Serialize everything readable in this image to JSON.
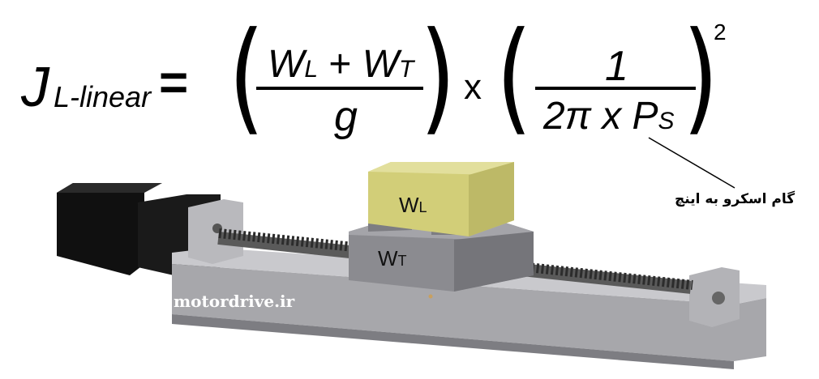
{
  "formula": {
    "j_symbol": "J",
    "j_subscript": "L-linear",
    "equals": "=",
    "left_numerator": {
      "w1": "W",
      "w1_sub": "L",
      "plus": " + ",
      "w2": "W",
      "w2_sub": "T"
    },
    "left_denominator": "g",
    "times": "x",
    "right_numerator": "1",
    "right_denominator": {
      "pre": "2π x ",
      "p": "P",
      "p_sub": "S"
    },
    "exponent": "2",
    "open_paren": "(",
    "close_paren": ")"
  },
  "annotation": {
    "label": "گام اسکرو به اینچ"
  },
  "labels": {
    "load_main": "W",
    "load_sub": "L",
    "table_main": "W",
    "table_sub": "T"
  },
  "watermark": "motordrive.ir",
  "colors": {
    "load_block": "#d4d07c",
    "table": "#8e8e92",
    "base": "#a9a9ad",
    "motor": "#121212",
    "screw": "#5c5c5c"
  }
}
